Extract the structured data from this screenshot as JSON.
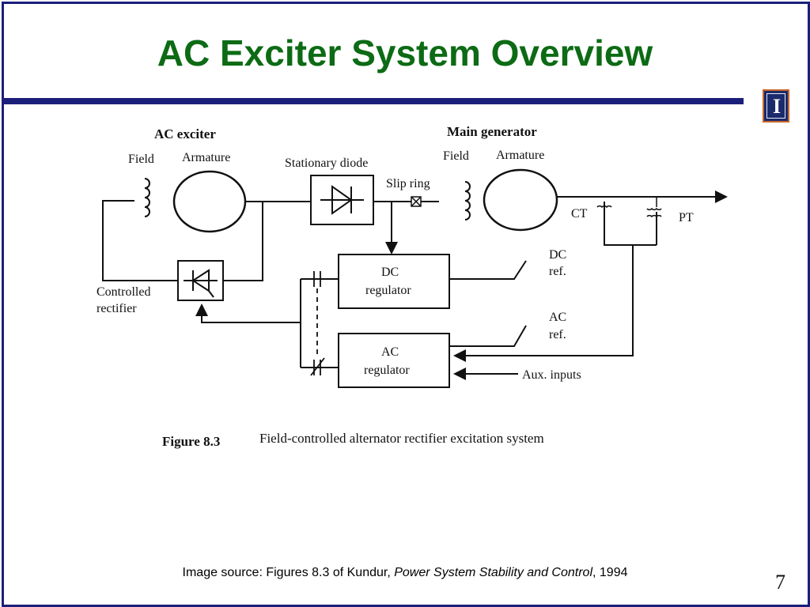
{
  "slide": {
    "title": "AC Exciter System Overview",
    "page_number": "7",
    "logo_letter": "I",
    "colors": {
      "title": "#0c6b14",
      "rule": "#1b1f7a",
      "logo_bg": "#1b2a6b",
      "logo_border": "#c8652a"
    }
  },
  "diagram": {
    "labels": {
      "ac_exciter": "AC exciter",
      "exciter_field": "Field",
      "exciter_armature": "Armature",
      "stationary_diode": "Stationary diode",
      "slip_ring": "Slip ring",
      "main_generator": "Main generator",
      "gen_field": "Field",
      "gen_armature": "Armature",
      "ct": "CT",
      "pt": "PT",
      "controlled": "Controlled",
      "rectifier": "rectifier",
      "dc_regulator_l1": "DC",
      "dc_regulator_l2": "regulator",
      "ac_regulator_l1": "AC",
      "ac_regulator_l2": "regulator",
      "dc_ref_l1": "DC",
      "dc_ref_l2": "ref.",
      "ac_ref_l1": "AC",
      "ac_ref_l2": "ref.",
      "aux_inputs": "Aux. inputs"
    },
    "figure_number": "Figure 8.3",
    "figure_caption": "Field-controlled alternator rectifier excitation system"
  },
  "footer": {
    "prefix": "Image source: Figures 8.3 of Kundur, ",
    "book_title": "Power System Stability and Control",
    "suffix": ", 1994"
  }
}
